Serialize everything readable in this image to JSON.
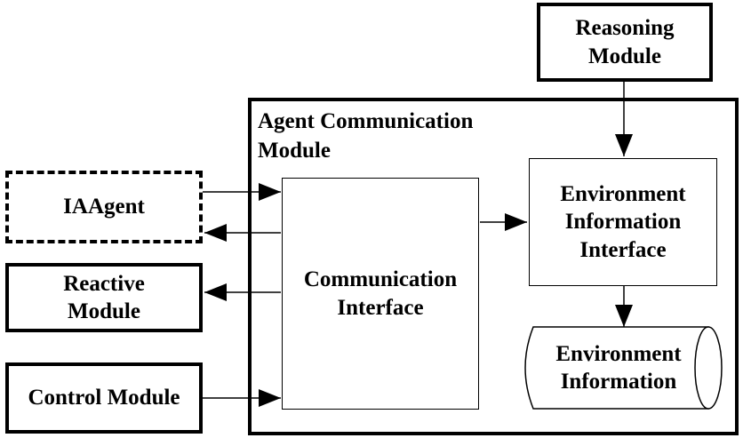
{
  "diagram": {
    "reasoning": "Reasoning\nModule",
    "acm_title": "Agent Communication\nModule",
    "iaagent": "IAAgent",
    "reactive": "Reactive\nModule",
    "control": "Control Module",
    "comm_interface": "Communication\nInterface",
    "env_interface": "Environment\nInformation\nInterface",
    "env_info": "Environment\nInformation"
  }
}
